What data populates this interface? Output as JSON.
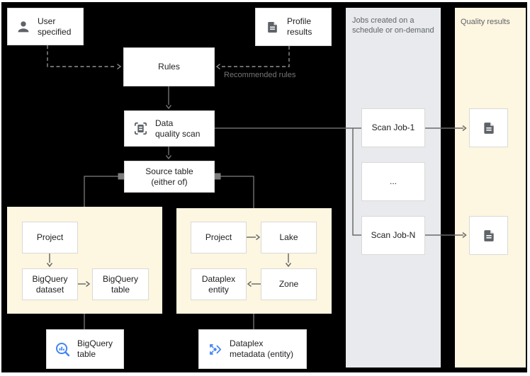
{
  "diagram": {
    "user_specified": {
      "line1": "User",
      "line2": "specified"
    },
    "profile_results": {
      "line1": "Profile",
      "line2": "results"
    },
    "rules": {
      "label": "Rules"
    },
    "recommended_rules": "Recommended rules",
    "data_quality_scan": {
      "line1": "Data",
      "line2": "quality scan"
    },
    "source_table": {
      "line1": "Source table",
      "line2": "(either of)"
    },
    "bigquery_panel": {
      "project": "Project",
      "dataset": {
        "line1": "BigQuery",
        "line2": "dataset"
      },
      "table": {
        "line1": "BigQuery",
        "line2": "table"
      }
    },
    "dataplex_panel": {
      "project": "Project",
      "lake": "Lake",
      "zone": "Zone",
      "entity": {
        "line1": "Dataplex",
        "line2": "entity"
      }
    },
    "jobs_column": {
      "header_line1": "Jobs created on a",
      "header_line2": "schedule or on-demand",
      "job_1": "Scan Job-1",
      "ellipsis": "...",
      "job_n": "Scan Job-N"
    },
    "results_column": {
      "header": "Quality results"
    },
    "bigquery_table_node": {
      "line1": "BigQuery",
      "line2": "table"
    },
    "dataplex_metadata_node": {
      "line1": "Dataplex",
      "line2": "metadata (entity)"
    },
    "icons": {
      "user": "person-icon",
      "profile": "document-icon",
      "scan": "data-quality-scan-icon",
      "bigquery": "bigquery-icon",
      "dataplex": "dataplex-icon",
      "result": "document-icon"
    },
    "colors": {
      "background": "#000000",
      "panel_yellow": "#fdf6e0",
      "panel_gray": "#e8eaed",
      "box_background": "#ffffff",
      "box_border": "#d9d9d9",
      "connector": "#6b6b6b",
      "dashed_connector": "#8f8f8f",
      "text": "#202124",
      "muted_text": "#5f6368",
      "brand_blue": "#4285f4"
    }
  }
}
